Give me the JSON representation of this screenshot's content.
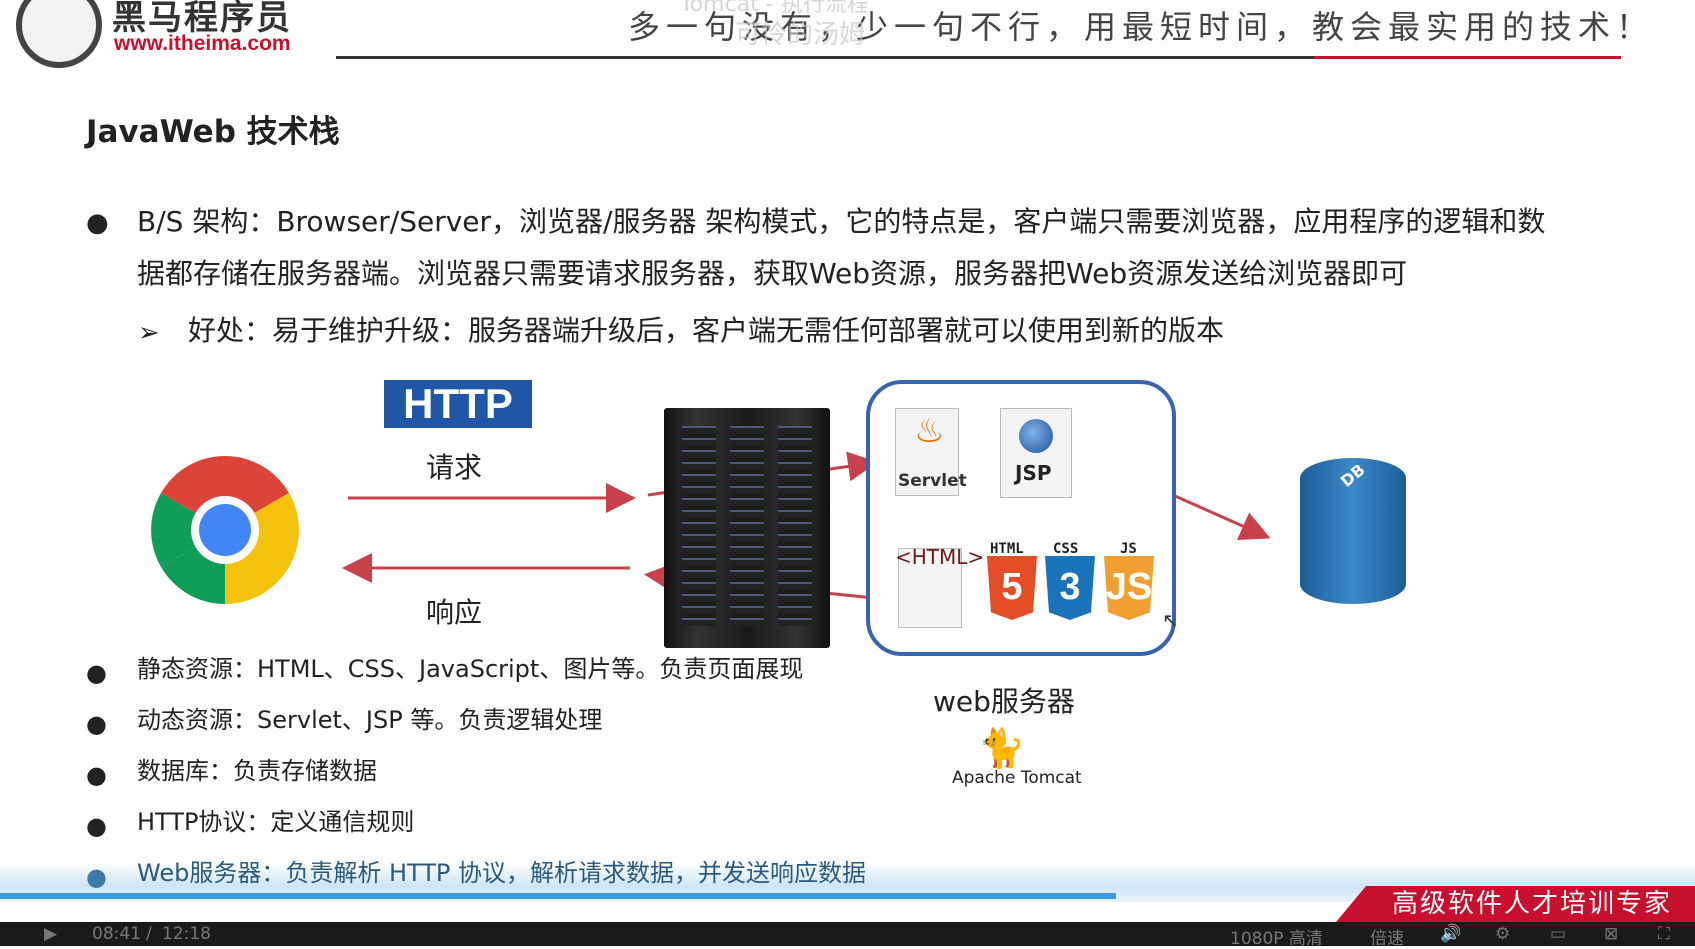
{
  "header": {
    "logo_text": "黑马程序员",
    "logo_url": "www.itheima.com",
    "slogan": "多一句没有，少一句不行，用最短时间，教会最实用的技术！",
    "watermark_top": "Tomcat - 执行流程",
    "watermark_sub": "可怜的汤姆"
  },
  "page_title": "JavaWeb 技术栈",
  "bullets_top": {
    "bs_line1": "B/S 架构：Browser/Server，浏览器/服务器 架构模式，它的特点是，客户端只需要浏览器，应用程序的逻辑和数",
    "bs_line2": "据都存储在服务器端。浏览器只需要请求服务器，获取Web资源，服务器把Web资源发送给浏览器即可",
    "benefit": "好处：易于维护升级：服务器端升级后，客户端无需任何部署就可以使用到新的版本"
  },
  "diagram": {
    "http_badge": "HTTP",
    "request_label": "请求",
    "response_label": "响应",
    "servlet_label": "Servlet",
    "jsp_label": "JSP",
    "html_label": "<HTML>",
    "html5_label": "HTML",
    "css3_label": "CSS",
    "js_label": "JS",
    "db_label": "DB",
    "web_server_label": "web服务器",
    "tomcat_label": "Apache Tomcat",
    "colors": {
      "arrow": "#c8414b",
      "box_border": "#3763b0",
      "http_bg": "#1f56a6",
      "html5": "#e44d26",
      "css3": "#1b73ba",
      "js": "#f0a030",
      "db": "#2f78b8"
    }
  },
  "bullets_bottom": [
    "静态资源：HTML、CSS、JavaScript、图片等。负责页面展现",
    "动态资源：Servlet、JSP 等。负责逻辑处理",
    "数据库：负责存储数据",
    "HTTP协议：定义通信规则",
    "Web服务器：负责解析 HTTP 协议，解析请求数据，并发送响应数据"
  ],
  "footer": {
    "banner": "高级软件人才培训专家",
    "time_current": "08:41",
    "time_total": "12:18",
    "quality": "1080P 高清",
    "speed": "倍速"
  }
}
